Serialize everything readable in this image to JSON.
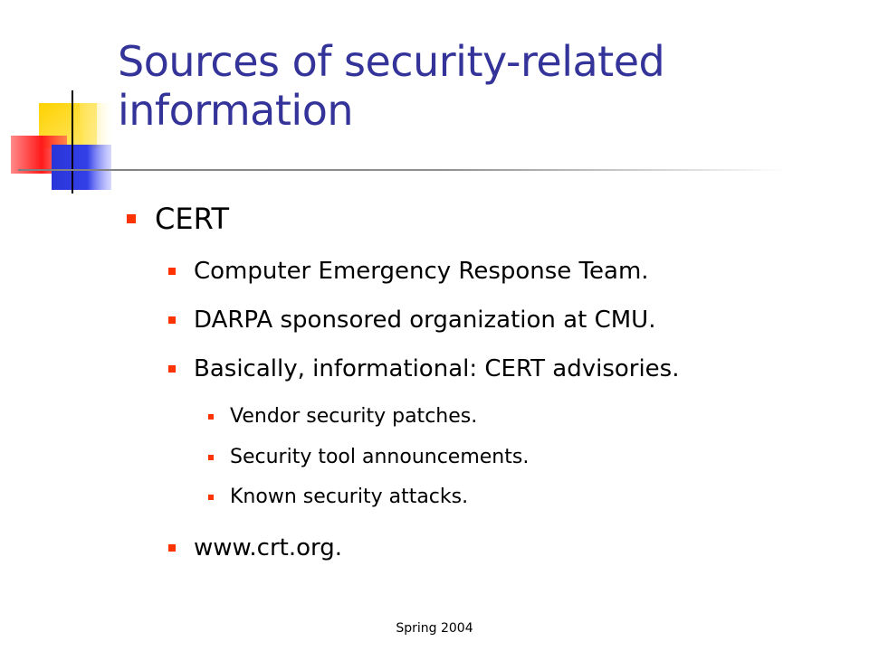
{
  "slide": {
    "title": "Sources of security-related information",
    "bullet_color": "#ff3300",
    "title_color": "#333399",
    "items": [
      {
        "text": "CERT",
        "children": [
          {
            "text": "Computer Emergency Response Team."
          },
          {
            "text": "DARPA sponsored organization at CMU."
          },
          {
            "text": "Basically, informational: CERT advisories.",
            "children": [
              {
                "text": "Vendor security patches."
              },
              {
                "text": "Security tool announcements."
              },
              {
                "text": "Known security attacks."
              }
            ]
          },
          {
            "text": "www.crt.org."
          }
        ]
      }
    ],
    "footer": "Spring 2004"
  }
}
